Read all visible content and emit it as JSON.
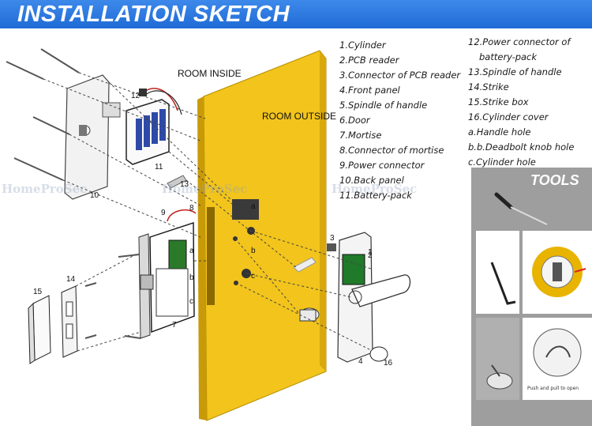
{
  "title": "INSTALLATION SKETCH",
  "room_inside": "ROOM INSIDE",
  "room_outside": "ROOM OUTSIDE",
  "legend_left": [
    "1.Cylinder",
    "2.PCB reader",
    "3.Connector of PCB reader",
    "4.Front panel",
    "5.Spindle of handle",
    "6.Door",
    "7.Mortise",
    "8.Connector of mortise",
    "9.Power connector",
    "10.Back panel",
    "11.Battery-pack"
  ],
  "legend_right": [
    "12.Power connector of",
    "battery-pack",
    "13.Spindle of handle",
    "14.Strike",
    "15.Strike box",
    "16.Cylinder cover",
    "a.Handle hole",
    "b.b.Deadbolt knob hole",
    "c.Cylinder hole"
  ],
  "tools_title": "TOOLS",
  "watermark": "HomeProSec",
  "callouts": [
    "1",
    "2",
    "3",
    "4",
    "7",
    "8",
    "9",
    "10",
    "11",
    "12",
    "13",
    "14",
    "15",
    "16",
    "a",
    "b",
    "c",
    "a",
    "b",
    "c"
  ],
  "tool_caption": "Push and pull to open",
  "colors": {
    "banner": "#2a78e4",
    "door": "#f2c41c",
    "tools_bg": "#9e9e9e"
  }
}
